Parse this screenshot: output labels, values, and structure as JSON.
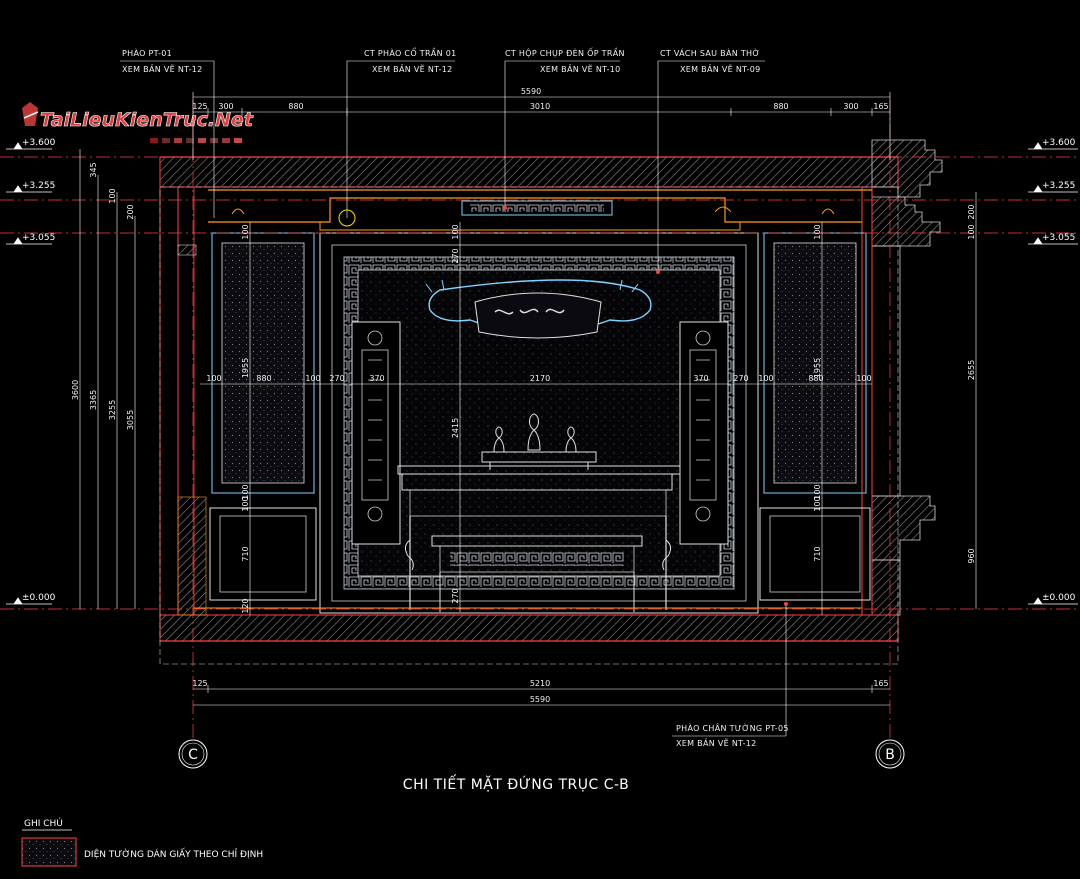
{
  "watermark": "TaiLieuKienTruc.Net",
  "title": "CHI TIẾT MẶT ĐỨNG TRỤC C-B",
  "notes_top": [
    {
      "line1": "PHÀO PT-01",
      "line2": "XEM BẢN VẼ NT-12"
    },
    {
      "line1": "CT PHÀO CỔ TRẦN 01",
      "line2": "XEM BẢN VẼ NT-12"
    },
    {
      "line1": "CT HỘP CHỤP ĐÈN ỐP TRẦN",
      "line2": "XEM BẢN VẼ NT-10"
    },
    {
      "line1": "CT VÁCH SAU BÀN THỜ",
      "line2": "XEM BẢN VẼ NT-09"
    }
  ],
  "note_bottom": {
    "line1": "PHÀO CHÂN TƯỜNG PT-05",
    "line2": "XEM BẢN VẼ NT-12"
  },
  "levels_left": [
    "+3.600",
    "+3.255",
    "+3.055",
    "±0.000"
  ],
  "levels_right": [
    "+3.600",
    "+3.255",
    "+3.055",
    "±0.000"
  ],
  "grid": {
    "left": "C",
    "right": "B"
  },
  "dims_top_overall": "5590",
  "dims_top_chain": [
    "125",
    "300",
    "880",
    "3010",
    "880",
    "300",
    "165"
  ],
  "dims_bottom_chain": [
    "125",
    "5210",
    "165"
  ],
  "dims_bottom_overall": "5590",
  "dims_horizontal_mid": [
    "100",
    "880",
    "100",
    "270",
    "370",
    "2170",
    "370",
    "270",
    "100",
    "880",
    "100"
  ],
  "dims_left_vertical": [
    "3600",
    "3365",
    "3255",
    "3055"
  ],
  "dims_left_small": [
    "345",
    "100",
    "200"
  ],
  "dims_panel_left": [
    "100",
    "1955",
    "100",
    "100",
    "710",
    "120"
  ],
  "dims_panel_right": [
    "100",
    "1955",
    "100",
    "100",
    "710"
  ],
  "dims_center": [
    "100",
    "270",
    "2415",
    "270"
  ],
  "dims_right_vertical": [
    "200",
    "100",
    "2655",
    "960"
  ],
  "legend": {
    "heading": "GHI CHÚ",
    "item": "DIỆN TƯỜNG DÁN GIẤY THEO CHỈ ĐỊNH"
  },
  "colors": {
    "background": "#000000",
    "wall": "#ff4040",
    "trim": "#ff9a1a",
    "detail": "#7fd4ff",
    "dim": "#ffffff",
    "hatch": "#9a9a9a"
  }
}
